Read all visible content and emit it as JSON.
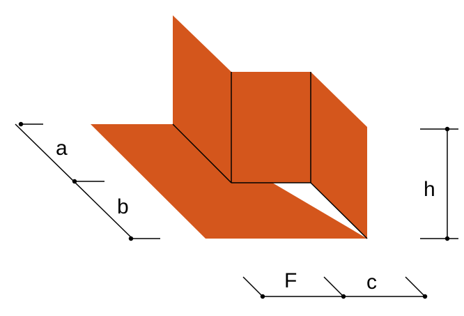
{
  "colors": {
    "background": "#ffffff",
    "face": "#d4561c",
    "edge": "#000000",
    "dimension_line": "#000000"
  },
  "labels": {
    "a": "a",
    "b": "b",
    "h": "h",
    "F": "F",
    "c": "c"
  }
}
